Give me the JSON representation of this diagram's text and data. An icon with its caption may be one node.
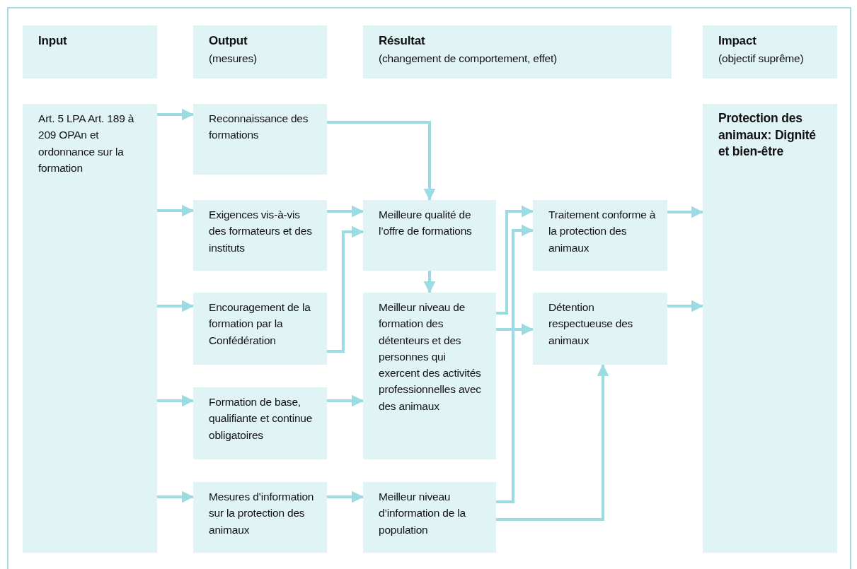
{
  "diagram": {
    "nodes": [
      {
        "text": [
          "Input"
        ]
      },
      {
        "text": [
          "Output",
          "(mesures)"
        ]
      },
      {
        "text": [
          "Résultat",
          "(changement de comportement, effet)"
        ]
      },
      {
        "text": [
          "Impact",
          "(objectif suprême)"
        ]
      },
      {
        "text": [
          "Art. 5 LPA Art. 189 à 209 OPAn et ordonnance sur la formation"
        ]
      },
      {
        "text": [
          "Reconnaissance des formations"
        ]
      },
      {
        "text": [
          "Exigences vis-à-vis des formateurs et des instituts"
        ]
      },
      {
        "text": [
          "Encouragement de la formation par la Confédération"
        ]
      },
      {
        "text": [
          "Formation de base, qualifiante et continue obligatoires"
        ]
      },
      {
        "text": [
          "Mesures d’information sur la protection des animaux"
        ]
      },
      {
        "text": [
          "Meilleure qualité de l’offre de formations"
        ]
      },
      {
        "text": [
          "Meilleur niveau de formation des détenteurs et des personnes qui exercent des activités professionnelles avec des animaux"
        ]
      },
      {
        "text": [
          "Meilleur niveau d’information de la population"
        ]
      },
      {
        "text": [
          "Traitement conforme à la protection des animaux"
        ]
      },
      {
        "text": [
          "Détention respectueuse des animaux"
        ]
      },
      {
        "text": [
          "Protection des animaux: Dignité et bien-être"
        ]
      }
    ],
    "edges": [
      {
        "from": 4,
        "to": 5,
        "arrow": "to"
      },
      {
        "from": 4,
        "to": 6,
        "arrow": "to"
      },
      {
        "from": 4,
        "to": 7,
        "arrow": "to"
      },
      {
        "from": 4,
        "to": 8,
        "arrow": "to"
      },
      {
        "from": 4,
        "to": 9,
        "arrow": "to"
      },
      {
        "from": 5,
        "to": 10,
        "arrow": "to"
      },
      {
        "from": 6,
        "to": 10,
        "arrow": "to"
      },
      {
        "from": 7,
        "to": 10,
        "arrow": "to"
      },
      {
        "from": 8,
        "to": 11,
        "arrow": "to"
      },
      {
        "from": 9,
        "to": 12,
        "arrow": "to"
      },
      {
        "from": 10,
        "to": 11,
        "arrow": "to"
      },
      {
        "from": 11,
        "to": 13,
        "arrow": "to"
      },
      {
        "from": 12,
        "to": 13,
        "arrow": "to"
      },
      {
        "from": 11,
        "to": 14,
        "arrow": "to"
      },
      {
        "from": 12,
        "to": 14,
        "arrow": "to"
      },
      {
        "from": 13,
        "to": 15,
        "arrow": "to"
      },
      {
        "from": 14,
        "to": 15,
        "arrow": "to"
      }
    ]
  }
}
